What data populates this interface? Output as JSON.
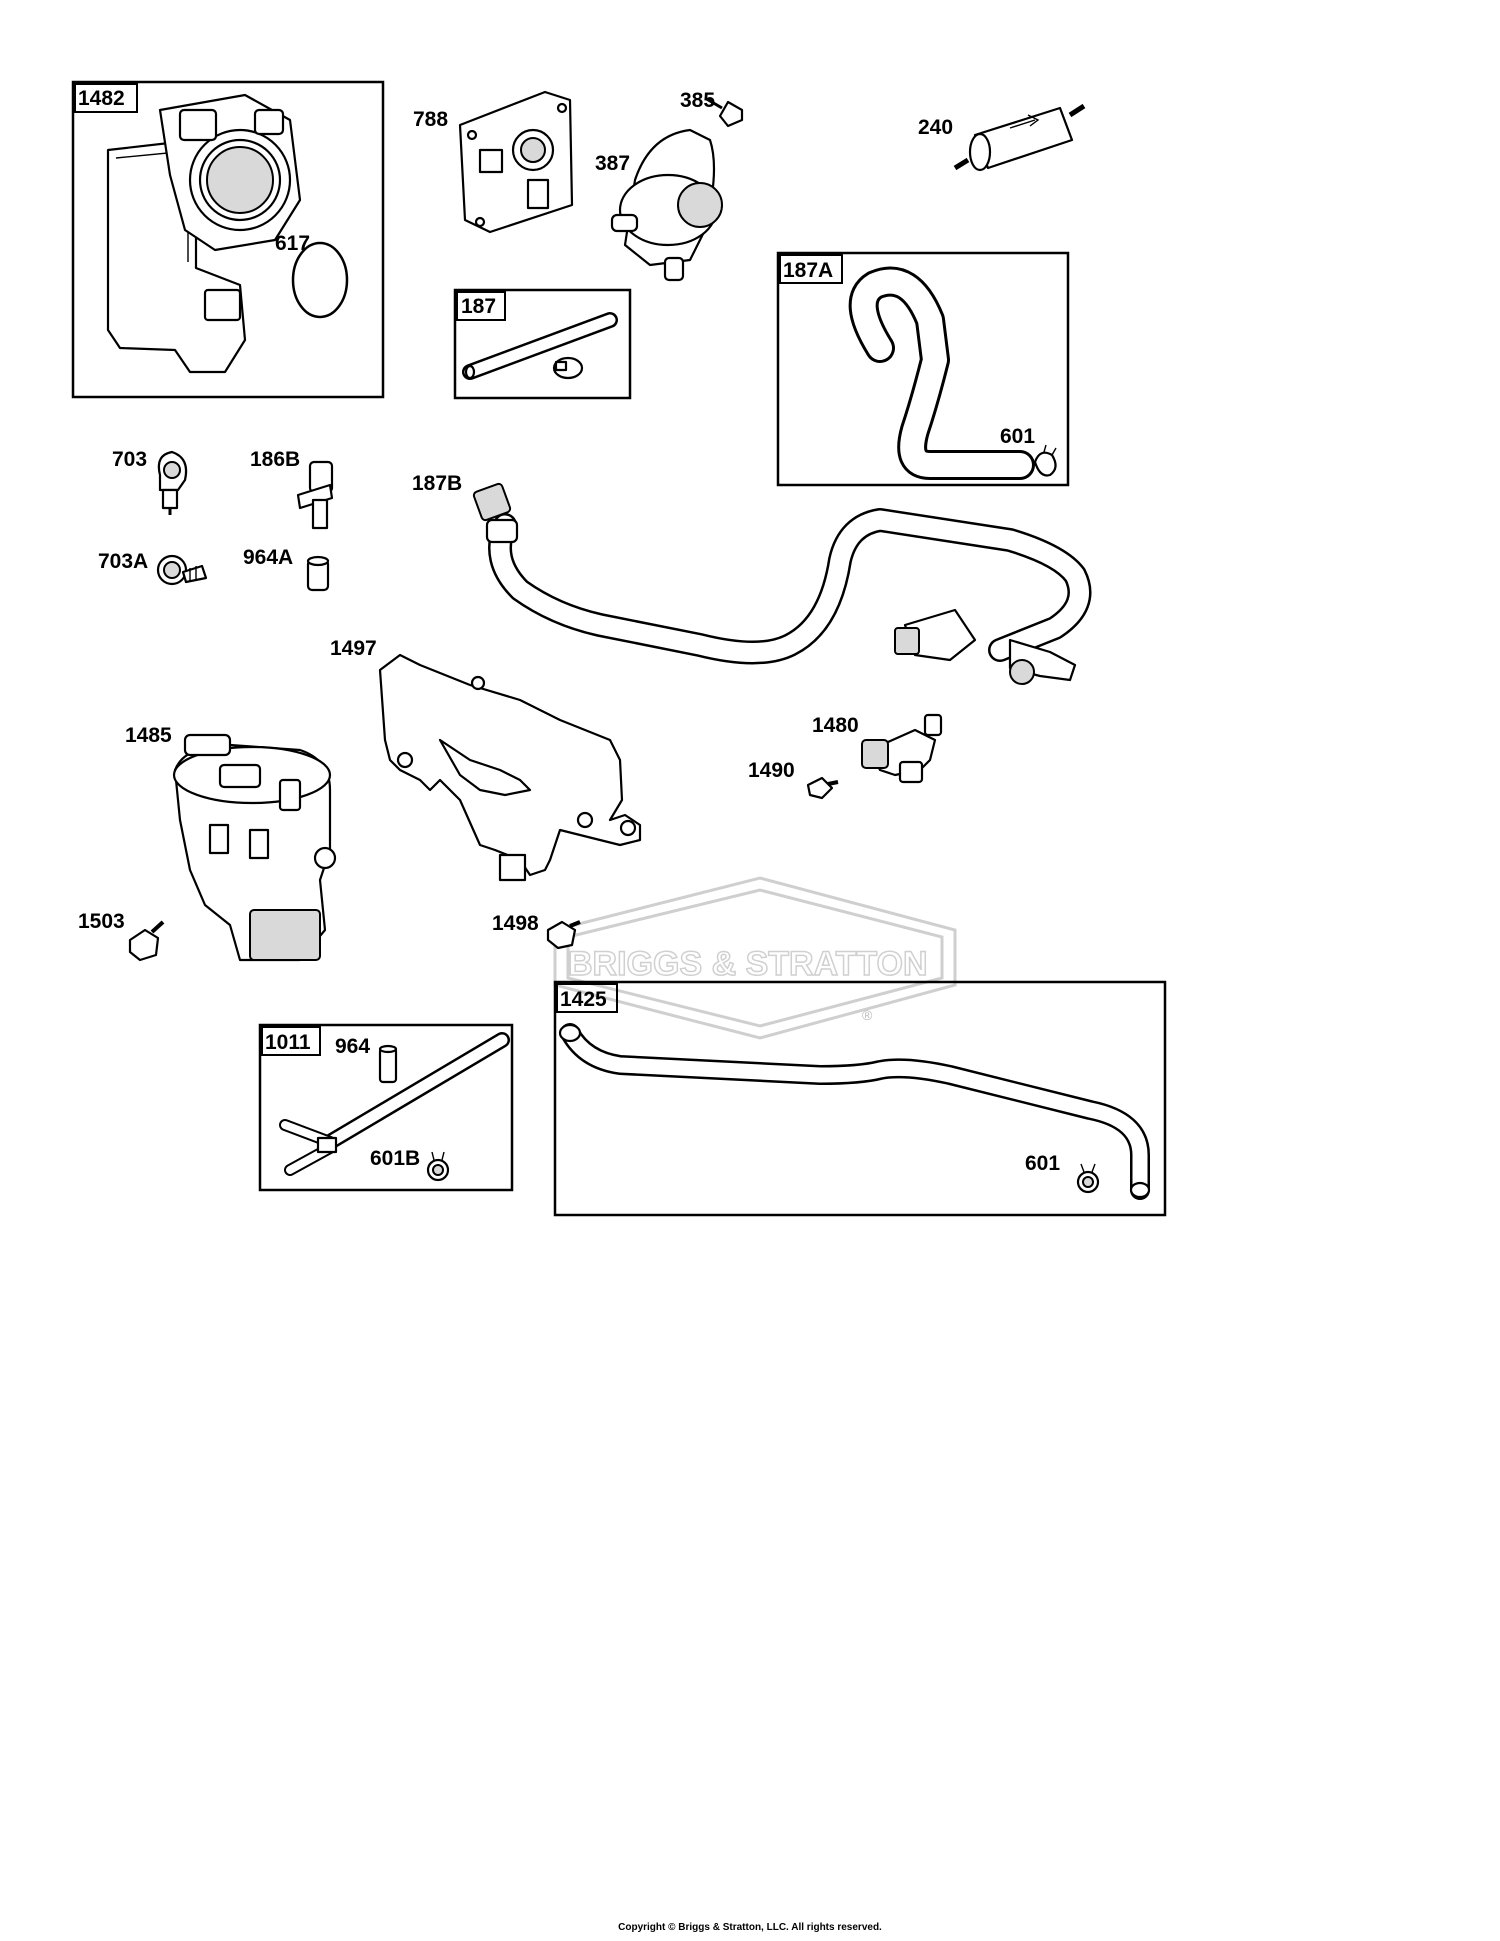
{
  "boxed_groups": [
    {
      "id": "1482",
      "label": "1482"
    },
    {
      "id": "187",
      "label": "187"
    },
    {
      "id": "187A",
      "label": "187A"
    },
    {
      "id": "1011",
      "label": "1011"
    },
    {
      "id": "1425",
      "label": "1425"
    }
  ],
  "part_labels": {
    "p617": "617",
    "p788": "788",
    "p385": "385",
    "p387": "387",
    "p240": "240",
    "p601_187a": "601",
    "p703": "703",
    "p186b": "186B",
    "p187b": "187B",
    "p703a": "703A",
    "p964a": "964A",
    "p1497": "1497",
    "p1485": "1485",
    "p1480": "1480",
    "p1490": "1490",
    "p1503": "1503",
    "p1498": "1498",
    "p964": "964",
    "p601b": "601B",
    "p601_1425": "601"
  },
  "watermark": {
    "text": "BRIGGS & STRATTON",
    "mark": "®",
    "color": "#d0d0d0"
  },
  "footer": {
    "copyright": "Copyright © Briggs & Stratton, LLC. All rights reserved."
  }
}
